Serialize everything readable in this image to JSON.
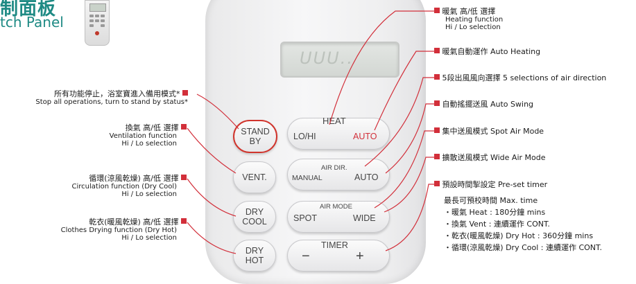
{
  "title": {
    "cn": "制面板",
    "en": "tch Panel"
  },
  "display": {
    "digits": "UUU.."
  },
  "buttons": {
    "standby": "STAND\nBY",
    "vent": "VENT.",
    "dry_cool": "DRY\nCOOL",
    "dry_hot": "DRY\nHOT",
    "heat": {
      "top": "HEAT",
      "left": "LO/HI",
      "right": "AUTO"
    },
    "air_dir": {
      "top": "AIR DIR.",
      "left": "MANUAL",
      "right": "AUTO"
    },
    "air_mode": {
      "top": "AIR MODE",
      "left": "SPOT",
      "right": "WIDE"
    },
    "timer": {
      "top": "TIMER",
      "left": "−",
      "right": "+"
    }
  },
  "callouts_left": [
    {
      "cn": "所有功能停止，浴室寶進入備用模式*",
      "en": "Stop all operations, turn to stand by status*"
    },
    {
      "cn": "換氣 高/低 選擇",
      "en1": "Ventilation function",
      "en2": "Hi / Lo selection"
    },
    {
      "cn": "循環(涼風乾燥) 高/低 選擇",
      "en1": "Circulation function (Dry Cool)",
      "en2": "Hi / Lo selection"
    },
    {
      "cn": "乾衣(暖風乾燥) 高/低 選擇",
      "en1": "Clothes Drying function (Dry Hot)",
      "en2": "Hi / Lo selection"
    }
  ],
  "callouts_right": [
    {
      "cn": "暖氣 高/低 選擇",
      "en1": "Heating function",
      "en2": "Hi / Lo selection"
    },
    {
      "text": "暖氣自動運作 Auto Heating"
    },
    {
      "text": "5段出風風向選擇 5 selections of air direction"
    },
    {
      "text": "自動搖擺送風 Auto Swing"
    },
    {
      "text": "集中送風模式 Spot Air Mode"
    },
    {
      "text": "擴散送風模式 Wide Air Mode"
    },
    {
      "text": "預設時間掣設定 Pre-set timer"
    }
  ],
  "timer_notes": {
    "heading": "最長可預校時間 Max. time",
    "items": [
      "・暖氣 Heat : 180分鐘 mins",
      "・換氣 Vent : 連續運作 CONT.",
      "・乾衣(暖風乾燥) Dry Hot : 360分鐘 mins",
      "・循環(涼風乾燥) Dry Cool : 連續運作 CONT."
    ]
  },
  "colors": {
    "accent": "#d22f3a",
    "title": "#1e8a84",
    "line": "#d22f3a"
  }
}
